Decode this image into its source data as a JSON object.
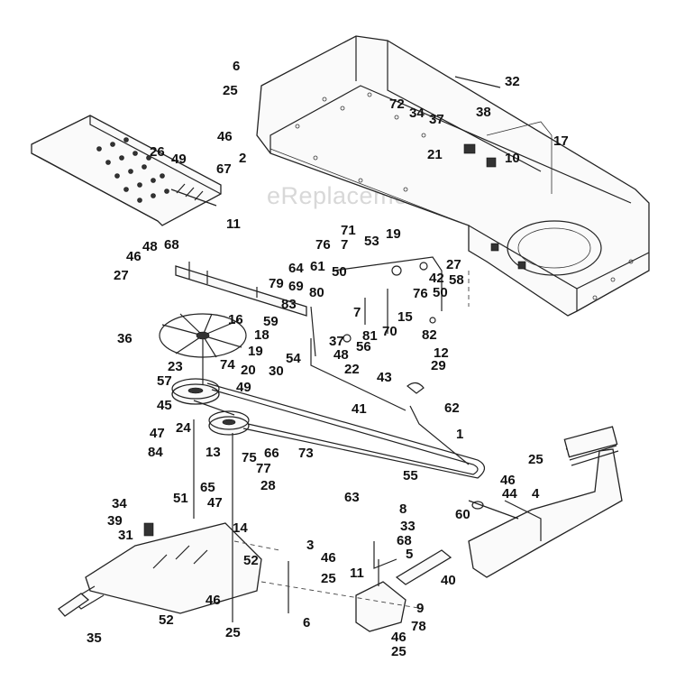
{
  "watermark": "eReplacementParts.com",
  "callouts": [
    {
      "id": "c6a",
      "label": "6"
    },
    {
      "id": "c25a",
      "label": "25"
    },
    {
      "id": "c46a",
      "label": "46"
    },
    {
      "id": "c2",
      "label": "2"
    },
    {
      "id": "c32",
      "label": "32"
    },
    {
      "id": "c72",
      "label": "72"
    },
    {
      "id": "c34a",
      "label": "34"
    },
    {
      "id": "c37",
      "label": "37"
    },
    {
      "id": "c38",
      "label": "38"
    },
    {
      "id": "c17",
      "label": "17"
    },
    {
      "id": "c10",
      "label": "10"
    },
    {
      "id": "c21",
      "label": "21"
    },
    {
      "id": "c26",
      "label": "26"
    },
    {
      "id": "c49a",
      "label": "49"
    },
    {
      "id": "c67",
      "label": "67"
    },
    {
      "id": "c11a",
      "label": "11"
    },
    {
      "id": "c46b",
      "label": "46"
    },
    {
      "id": "c48a",
      "label": "48"
    },
    {
      "id": "c68a",
      "label": "68"
    },
    {
      "id": "c27a",
      "label": "27"
    },
    {
      "id": "c79",
      "label": "79"
    },
    {
      "id": "c71",
      "label": "71"
    },
    {
      "id": "c19a",
      "label": "19"
    },
    {
      "id": "c76a",
      "label": "76"
    },
    {
      "id": "c7a",
      "label": "7"
    },
    {
      "id": "c53",
      "label": "53"
    },
    {
      "id": "c27b",
      "label": "27"
    },
    {
      "id": "c64",
      "label": "64"
    },
    {
      "id": "c61",
      "label": "61"
    },
    {
      "id": "c50a",
      "label": "50"
    },
    {
      "id": "c42",
      "label": "42"
    },
    {
      "id": "c58",
      "label": "58"
    },
    {
      "id": "c69",
      "label": "69"
    },
    {
      "id": "c80",
      "label": "80"
    },
    {
      "id": "c76b",
      "label": "76"
    },
    {
      "id": "c50b",
      "label": "50"
    },
    {
      "id": "c83",
      "label": "83"
    },
    {
      "id": "c7b",
      "label": "7"
    },
    {
      "id": "c15",
      "label": "15"
    },
    {
      "id": "c16",
      "label": "16"
    },
    {
      "id": "c59",
      "label": "59"
    },
    {
      "id": "c81",
      "label": "81"
    },
    {
      "id": "c70",
      "label": "70"
    },
    {
      "id": "c82",
      "label": "82"
    },
    {
      "id": "c36",
      "label": "36"
    },
    {
      "id": "c18",
      "label": "18"
    },
    {
      "id": "c37b",
      "label": "37"
    },
    {
      "id": "c56",
      "label": "56"
    },
    {
      "id": "c19b",
      "label": "19"
    },
    {
      "id": "c48b",
      "label": "48"
    },
    {
      "id": "c12",
      "label": "12"
    },
    {
      "id": "c54",
      "label": "54"
    },
    {
      "id": "c23",
      "label": "23"
    },
    {
      "id": "c74",
      "label": "74"
    },
    {
      "id": "c22",
      "label": "22"
    },
    {
      "id": "c57",
      "label": "57"
    },
    {
      "id": "c20",
      "label": "20"
    },
    {
      "id": "c30",
      "label": "30"
    },
    {
      "id": "c43",
      "label": "43"
    },
    {
      "id": "c29",
      "label": "29"
    },
    {
      "id": "c49b",
      "label": "49"
    },
    {
      "id": "c45",
      "label": "45"
    },
    {
      "id": "c62",
      "label": "62"
    },
    {
      "id": "c41",
      "label": "41"
    },
    {
      "id": "c24",
      "label": "24"
    },
    {
      "id": "c47a",
      "label": "47"
    },
    {
      "id": "c1",
      "label": "1"
    },
    {
      "id": "c84",
      "label": "84"
    },
    {
      "id": "c13",
      "label": "13"
    },
    {
      "id": "c66",
      "label": "66"
    },
    {
      "id": "c73",
      "label": "73"
    },
    {
      "id": "c25b",
      "label": "25"
    },
    {
      "id": "c75",
      "label": "75"
    },
    {
      "id": "c46c",
      "label": "46"
    },
    {
      "id": "c77",
      "label": "77"
    },
    {
      "id": "c55",
      "label": "55"
    },
    {
      "id": "c65",
      "label": "65"
    },
    {
      "id": "c28",
      "label": "28"
    },
    {
      "id": "c44",
      "label": "44"
    },
    {
      "id": "c4",
      "label": "4"
    },
    {
      "id": "c63",
      "label": "63"
    },
    {
      "id": "c51",
      "label": "51"
    },
    {
      "id": "c47b",
      "label": "47"
    },
    {
      "id": "c60",
      "label": "60"
    },
    {
      "id": "c8",
      "label": "8"
    },
    {
      "id": "c34b",
      "label": "34"
    },
    {
      "id": "c33",
      "label": "33"
    },
    {
      "id": "c39",
      "label": "39"
    },
    {
      "id": "c14",
      "label": "14"
    },
    {
      "id": "c68b",
      "label": "68"
    },
    {
      "id": "c31",
      "label": "31"
    },
    {
      "id": "c5",
      "label": "5"
    },
    {
      "id": "c3",
      "label": "3"
    },
    {
      "id": "c46d",
      "label": "46"
    },
    {
      "id": "c52a",
      "label": "52"
    },
    {
      "id": "c40",
      "label": "40"
    },
    {
      "id": "c25c",
      "label": "25"
    },
    {
      "id": "c11b",
      "label": "11"
    },
    {
      "id": "c9",
      "label": "9"
    },
    {
      "id": "c46e",
      "label": "46"
    },
    {
      "id": "c6b",
      "label": "6"
    },
    {
      "id": "c52b",
      "label": "52"
    },
    {
      "id": "c78",
      "label": "78"
    },
    {
      "id": "c25d",
      "label": "25"
    },
    {
      "id": "c46f",
      "label": "46"
    },
    {
      "id": "c35",
      "label": "35"
    },
    {
      "id": "c25e",
      "label": "25"
    }
  ]
}
